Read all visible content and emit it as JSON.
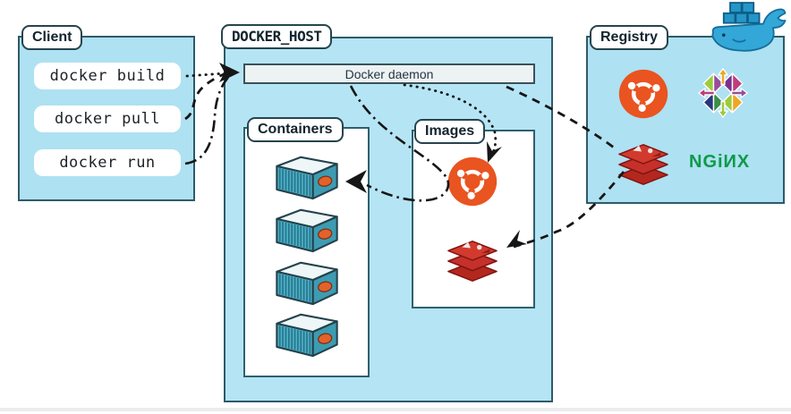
{
  "client": {
    "label": "Client",
    "commands": [
      "docker build",
      "docker pull",
      "docker run"
    ]
  },
  "docker_host": {
    "label": "DOCKER_HOST",
    "daemon_label": "Docker daemon",
    "containers_label": "Containers",
    "images_label": "Images",
    "container_count": 4,
    "image_icons": [
      "ubuntu",
      "redis"
    ]
  },
  "registry": {
    "label": "Registry",
    "icons": [
      "ubuntu",
      "centos",
      "redis",
      "nginx"
    ],
    "nginx_text": "NGiИX"
  },
  "colors": {
    "box_fill": "#aee1f2",
    "box_border": "#2e5a68",
    "ubuntu_orange": "#e95420",
    "redis_red": "#c6302b",
    "nginx_green": "#0d9a48",
    "whale_blue": "#33a7d8",
    "arrow": "#161616"
  }
}
